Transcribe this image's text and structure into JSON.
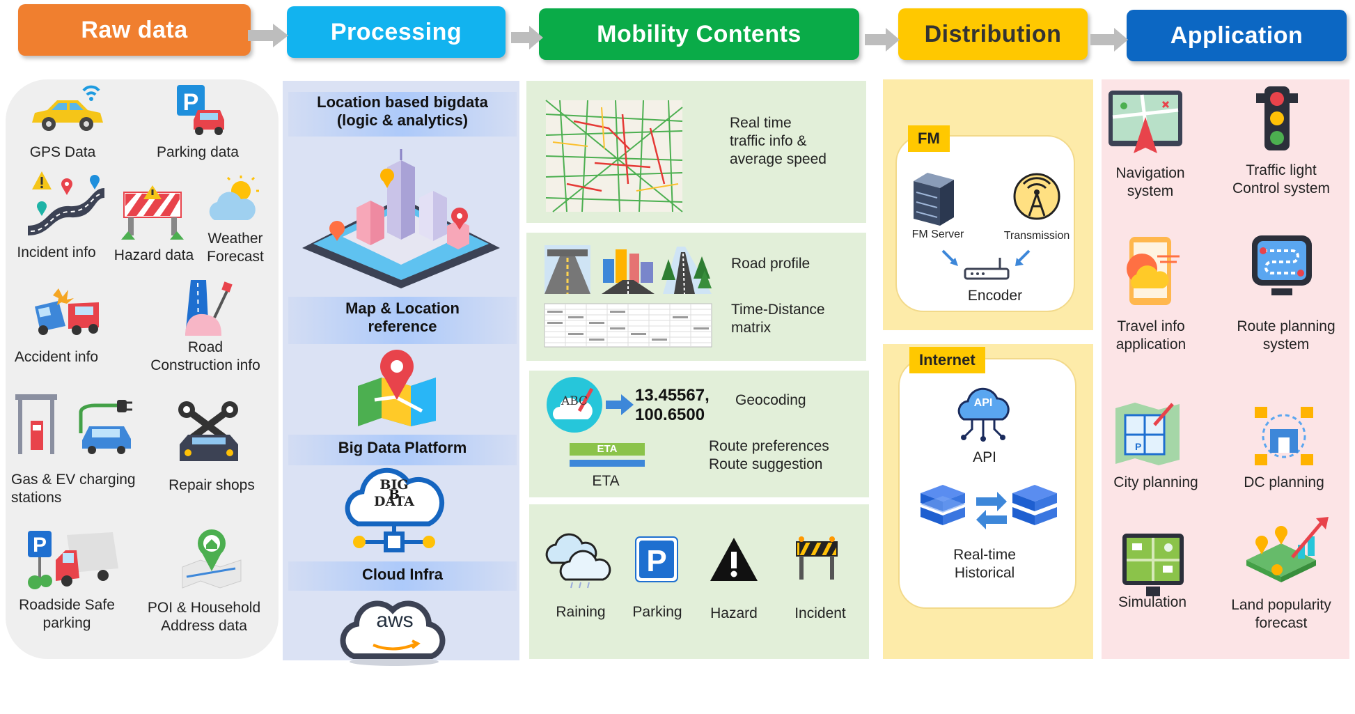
{
  "headers": {
    "raw": "Raw data",
    "processing": "Processing",
    "mobility": "Mobility Contents",
    "distribution": "Distribution",
    "application": "Application"
  },
  "colors": {
    "raw": "#f07f2f",
    "processing": "#12b3ef",
    "mobility": "#0aab48",
    "distribution": "#ffc800",
    "application": "#0c67c3"
  },
  "raw": {
    "gps": "GPS Data",
    "parking": "Parking data",
    "incident": "Incident info",
    "hazard": "Hazard data",
    "weather": "Weather\nForecast",
    "accident": "Accident info",
    "road_construction": "Road\nConstruction info",
    "gas_ev": "Gas & EV charging\nstations",
    "repair": "Repair shops",
    "roadside": "Roadside Safe\nparking",
    "poi": "POI & Household\nAddress data"
  },
  "processing": {
    "location_bigdata": "Location based bigdata\n(logic & analytics)",
    "map_reference": "Map & Location\nreference",
    "big_data_platform": "Big Data Platform",
    "big_data_cloud_text": "BIG\nDATA",
    "cloud_infra": "Cloud Infra",
    "aws_text": "aws"
  },
  "mobility": {
    "realtime": "Real time\ntraffic info &\naverage speed",
    "road_profile": "Road profile",
    "time_distance": "Time-Distance\nmatrix",
    "coords": "13.45567,\n100.6500",
    "geocoding": "Geocoding",
    "abc": "ABC",
    "eta_tag": "ETA",
    "eta": "ETA",
    "route_pref": "Route preferences\nRoute suggestion",
    "raining": "Raining",
    "parking": "Parking",
    "hazard": "Hazard",
    "incident": "Incident"
  },
  "distribution": {
    "fm_tag": "FM",
    "fm_server": "FM Server",
    "transmission": "Transmission",
    "encoder": "Encoder",
    "internet_tag": "Internet",
    "api_icon_text": "API",
    "api": "API",
    "realtime_hist": "Real-time\nHistorical"
  },
  "application": {
    "navigation": "Navigation\nsystem",
    "traffic_light": "Traffic light\nControl system",
    "travel_info": "Travel info\napplication",
    "route_planning": "Route planning\nsystem",
    "city_planning": "City planning",
    "dc_planning": "DC planning",
    "simulation": "Simulation",
    "land_popularity": "Land popularity\nforecast"
  }
}
